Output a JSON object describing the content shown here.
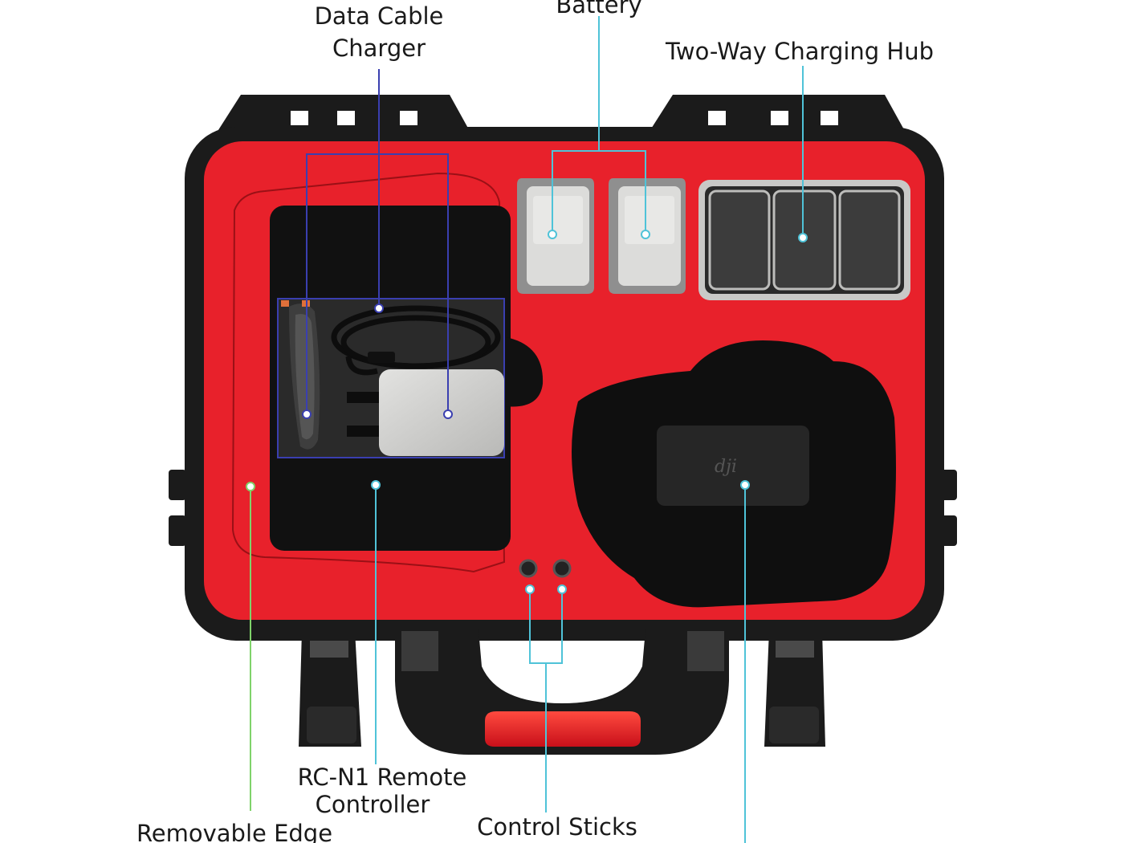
{
  "title": "",
  "callouts": {
    "data_cable": "Data Cable",
    "charger": "Charger",
    "battery": "Battery",
    "hub": "Two-Way Charging Hub",
    "rc_line1": "RC-N1 Remote",
    "rc_line2": "Controller",
    "removable_edge": "Removable Edge",
    "control_sticks": "Control Sticks"
  },
  "product_logo": "dji",
  "colors": {
    "foam_red": "#e8212b",
    "shell_black": "#1b1b1b",
    "battery_gray": "#d8d8d6",
    "line_blue": "#3a3fb0",
    "line_teal": "#4fc3d8",
    "line_green": "#7fd36a"
  }
}
